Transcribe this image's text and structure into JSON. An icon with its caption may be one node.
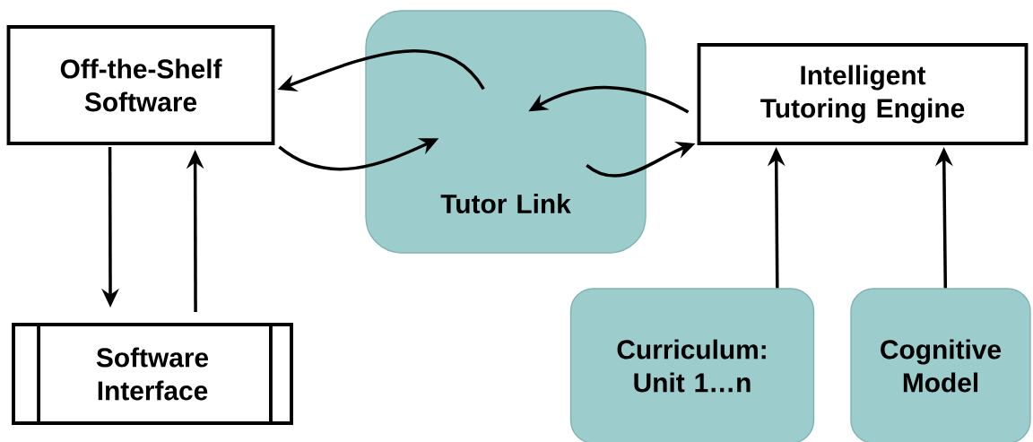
{
  "diagram": {
    "nodes": [
      {
        "text": [
          "Off-the-Shelf Software"
        ]
      },
      {
        "text": [
          "Tutor Link"
        ]
      },
      {
        "text": [
          "Intelligent Tutoring Engine"
        ]
      },
      {
        "text": [
          "Software Interface"
        ]
      },
      {
        "text": [
          "Curriculum: Unit 1…n"
        ]
      },
      {
        "text": [
          "Cognitive Model"
        ]
      }
    ],
    "edges": [
      {
        "from": 1,
        "to": 0,
        "arrow": "to"
      },
      {
        "from": 0,
        "to": 1,
        "arrow": "to"
      },
      {
        "from": 2,
        "to": 1,
        "arrow": "to"
      },
      {
        "from": 1,
        "to": 2,
        "arrow": "to"
      },
      {
        "from": 0,
        "to": 3,
        "arrow": "to"
      },
      {
        "from": 3,
        "to": 0,
        "arrow": "to"
      },
      {
        "from": 4,
        "to": 2,
        "arrow": "to"
      },
      {
        "from": 5,
        "to": 2,
        "arrow": "to"
      }
    ]
  }
}
